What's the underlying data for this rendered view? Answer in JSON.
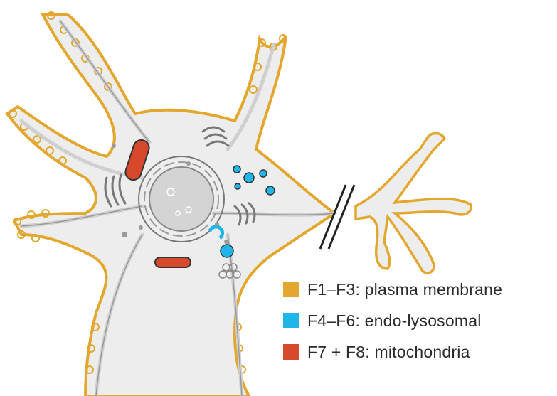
{
  "legend": {
    "items": [
      {
        "label": "F1–F3: plasma membrane",
        "color": "#E3A72F"
      },
      {
        "label": "F4–F6: endo-lysosomal",
        "color": "#1EB6E8"
      },
      {
        "label": "F7 + F8: mitochondria",
        "color": "#D6492C"
      }
    ]
  },
  "colors": {
    "membrane": "#E3A72F",
    "cytoplasm": "#EDEDED",
    "cytoskeleton": "#CFCFCF",
    "nucleus": "#D4D4D4",
    "organelle_outline": "#555555",
    "endo_lysosomal": "#1EB6E8",
    "mitochondria": "#D6492C"
  }
}
